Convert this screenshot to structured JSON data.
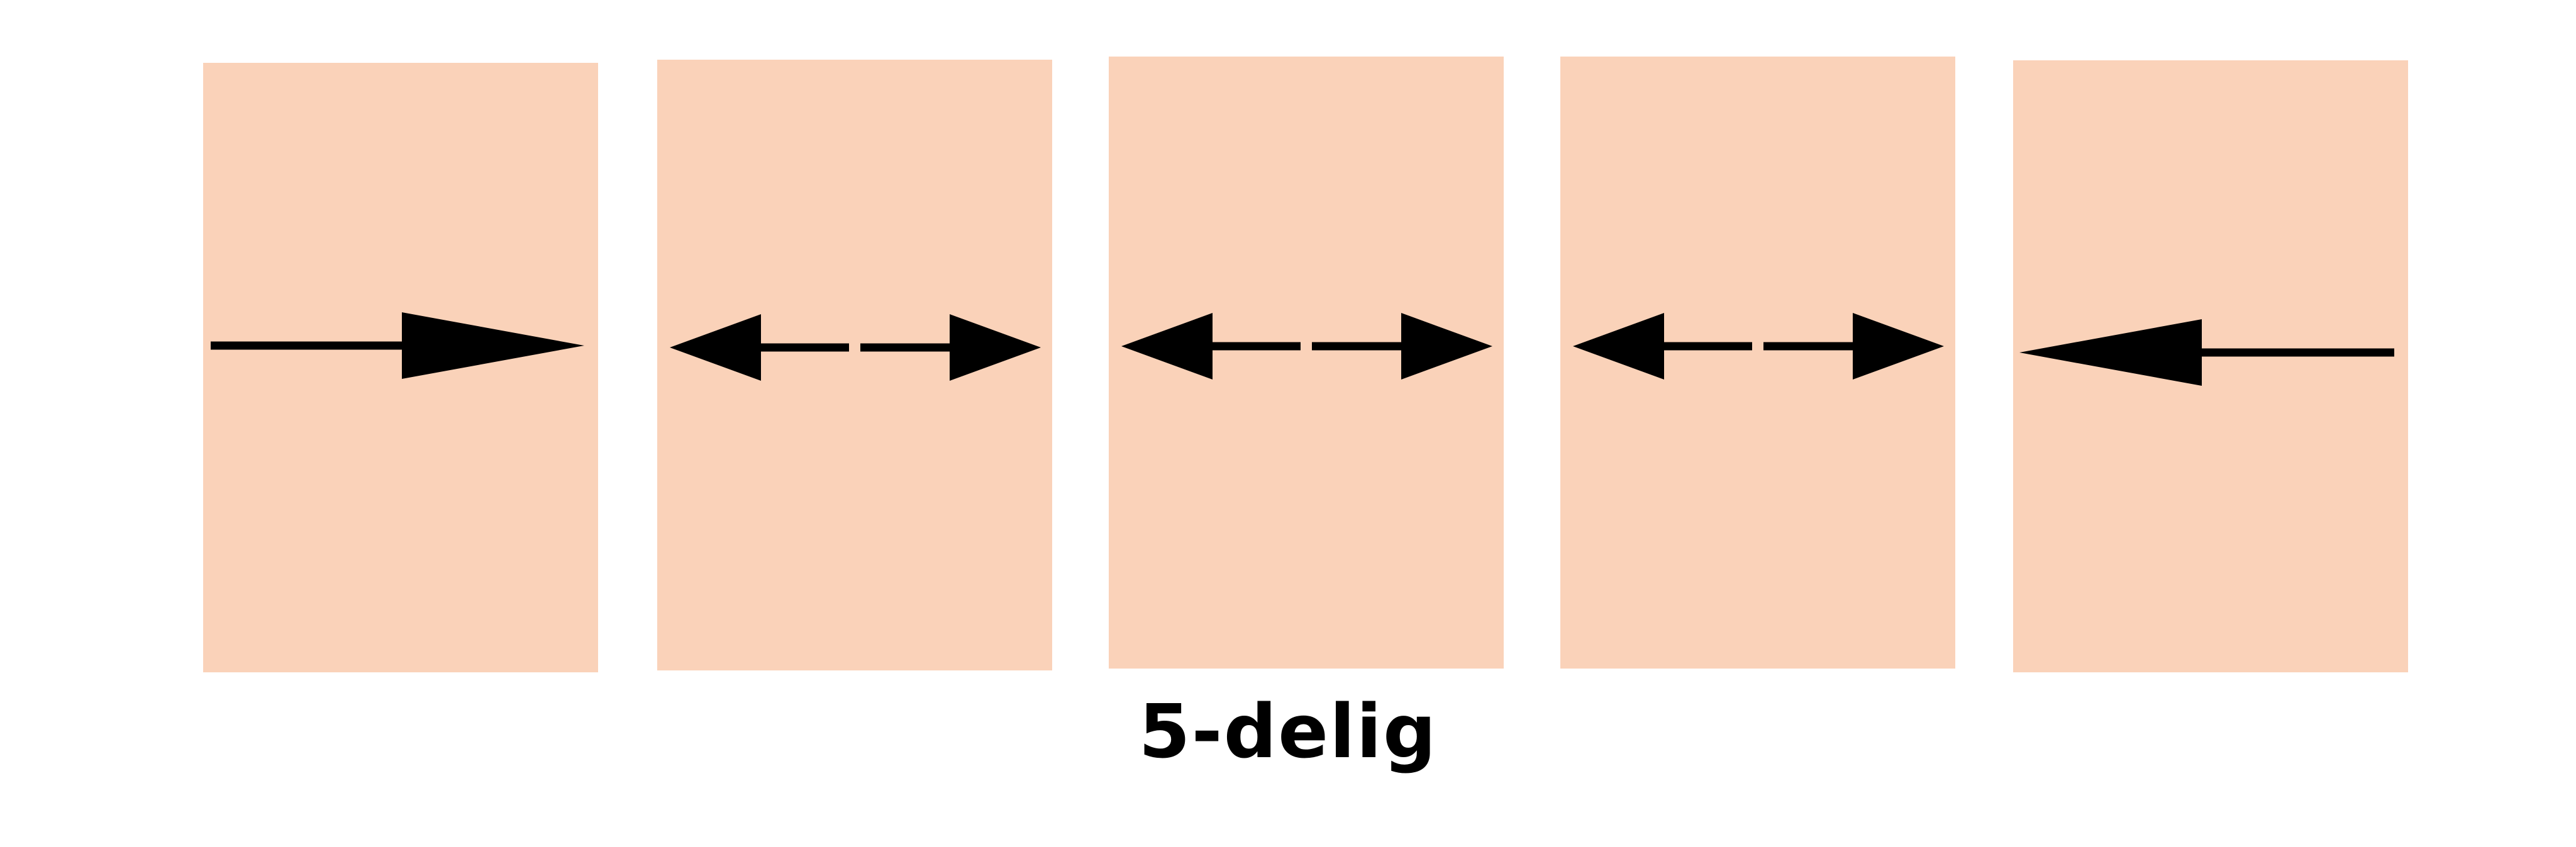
{
  "caption": "5-delig",
  "panel_color": "#FAD2B9",
  "arrow_color": "#000000",
  "panels": [
    {
      "name": "panel-1",
      "arrow": "right"
    },
    {
      "name": "panel-2",
      "arrow": "both"
    },
    {
      "name": "panel-3",
      "arrow": "both"
    },
    {
      "name": "panel-4",
      "arrow": "both"
    },
    {
      "name": "panel-5",
      "arrow": "left"
    }
  ]
}
